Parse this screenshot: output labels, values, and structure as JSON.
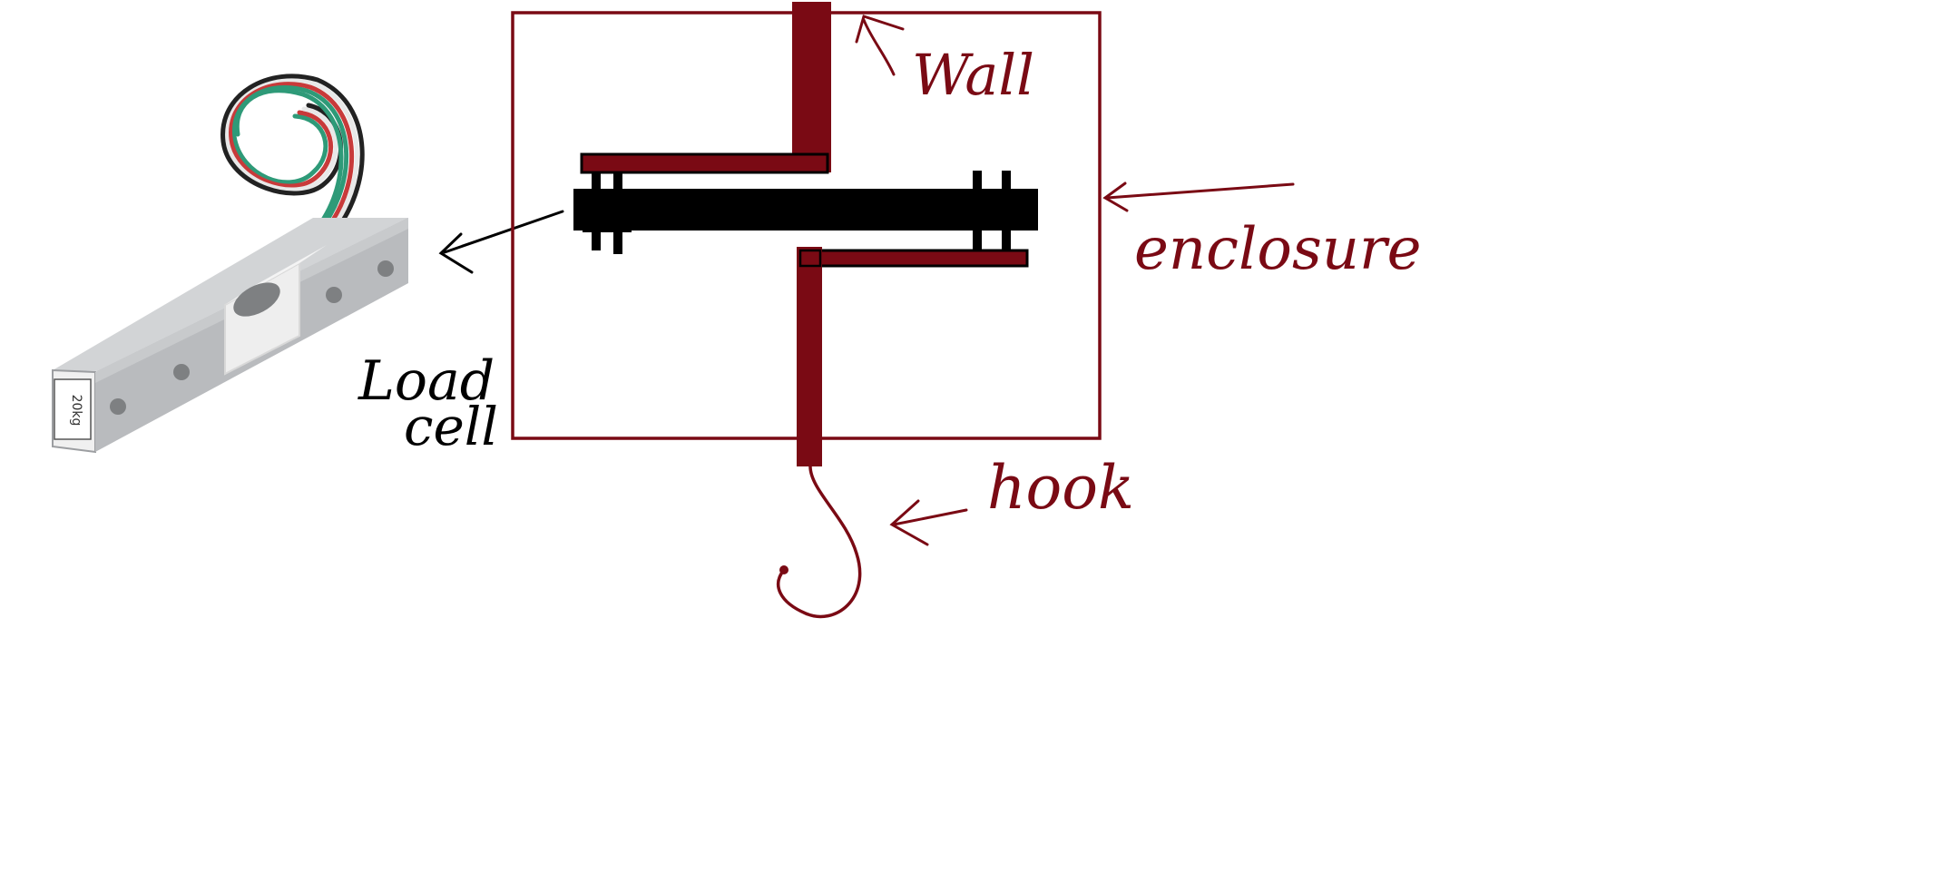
{
  "labels": {
    "wall": "Wall",
    "enclosure": "enclosure",
    "hook": "hook",
    "load_cell_line1": "Load",
    "load_cell_line2": "cell",
    "load_cell_marking": "20kg"
  },
  "colors": {
    "background": "#ffffff",
    "maroon": "#7a0a14",
    "black": "#000000",
    "aluminum_light": "#d2d4d6",
    "aluminum_mid": "#b9bbbe",
    "aluminum_dark": "#9c9ea1",
    "tape": "#eeeeee",
    "wire_green": "#2e9a78",
    "wire_red": "#c83a3a",
    "wire_white": "#f2f2f2",
    "wire_black": "#222222"
  },
  "icons": {
    "load_cell_photo": "load-cell-icon",
    "arrows": "hand-drawn-arrow-icon",
    "hook": "hook-icon"
  }
}
